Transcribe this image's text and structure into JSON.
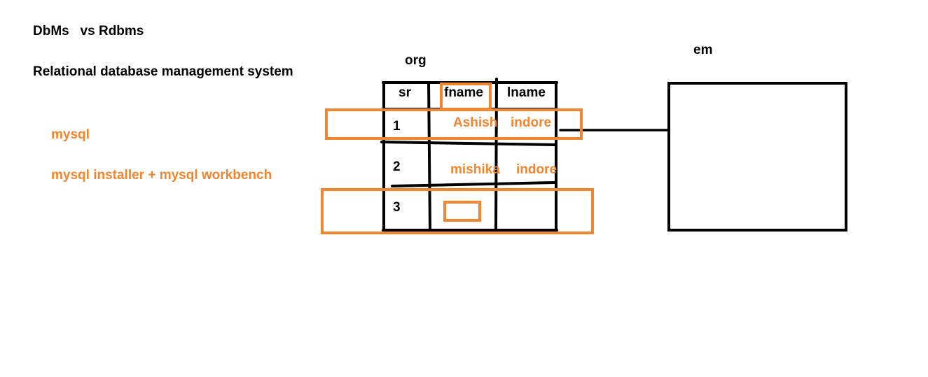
{
  "notes": {
    "heading": "DbMs   vs Rdbms",
    "definition": "Relational database management system",
    "item_1": "mysql",
    "item_2": "mysql installer + mysql workbench"
  },
  "org_table": {
    "label": "org",
    "columns": [
      "sr",
      "fname",
      "lname"
    ],
    "rows": [
      {
        "sr": "1",
        "fname": "Ashish",
        "lname": "indore"
      },
      {
        "sr": "2",
        "fname": "mishika",
        "lname": "indore"
      },
      {
        "sr": "3",
        "fname": "",
        "lname": ""
      }
    ]
  },
  "em_entity": {
    "label": "em"
  },
  "colors": {
    "ink": "#000000",
    "highlight": "#ef8633",
    "background": "#ffffff"
  }
}
